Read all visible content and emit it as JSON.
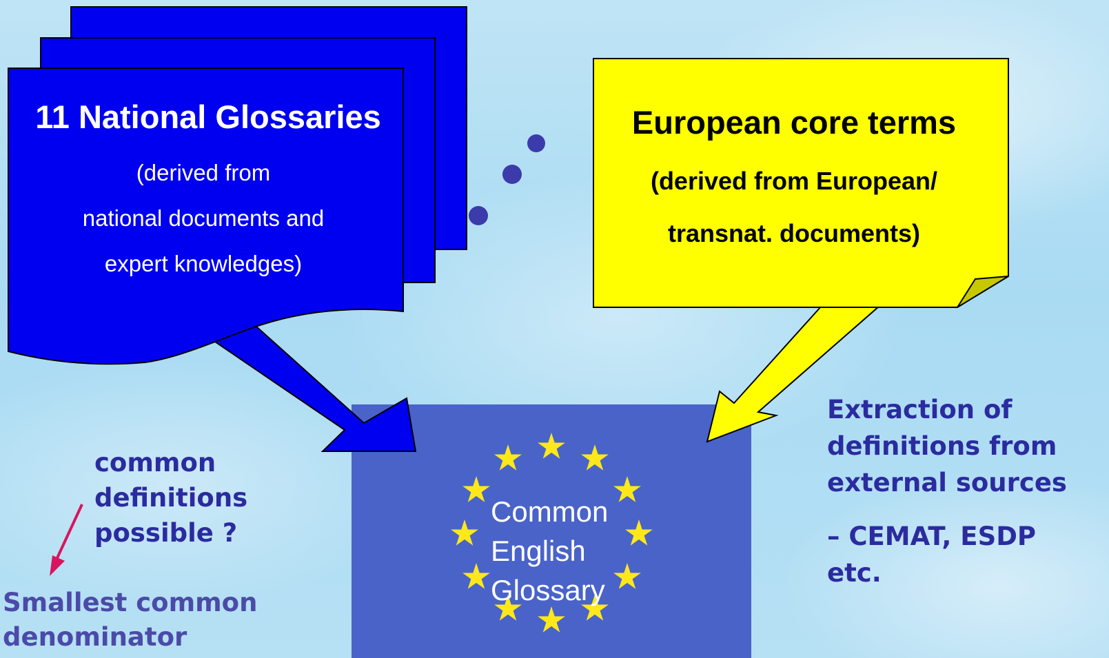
{
  "national_glossaries": {
    "title": "11 National Glossaries",
    "subtitle_line1": "(derived from",
    "subtitle_line2": "national documents and",
    "subtitle_line3": "expert knowledges)"
  },
  "european_core_terms": {
    "title": "European core terms",
    "subtitle_line1": "(derived from European/",
    "subtitle_line2": "transnat. documents)"
  },
  "common_glossary": {
    "line1": "Common",
    "line2": "English",
    "line3": "Glossary"
  },
  "left_note": {
    "line1": "common",
    "line2": "definitions",
    "line3": "possible ?"
  },
  "left_result": {
    "line1": "Smallest common",
    "line2": "denominator"
  },
  "right_note": {
    "line1": "Extraction of",
    "line2": "definitions from",
    "line3": "external sources",
    "sources_line1": "– CEMAT, ESDP",
    "sources_line2": "etc."
  },
  "colors": {
    "national_box": "#0000f0",
    "core_terms_box": "#ffff00",
    "eu_flag_blue": "#4a63c9",
    "eu_star_yellow": "#ffe81a",
    "note_text": "#2b2b9f",
    "pink_arrow": "#d9145e"
  }
}
